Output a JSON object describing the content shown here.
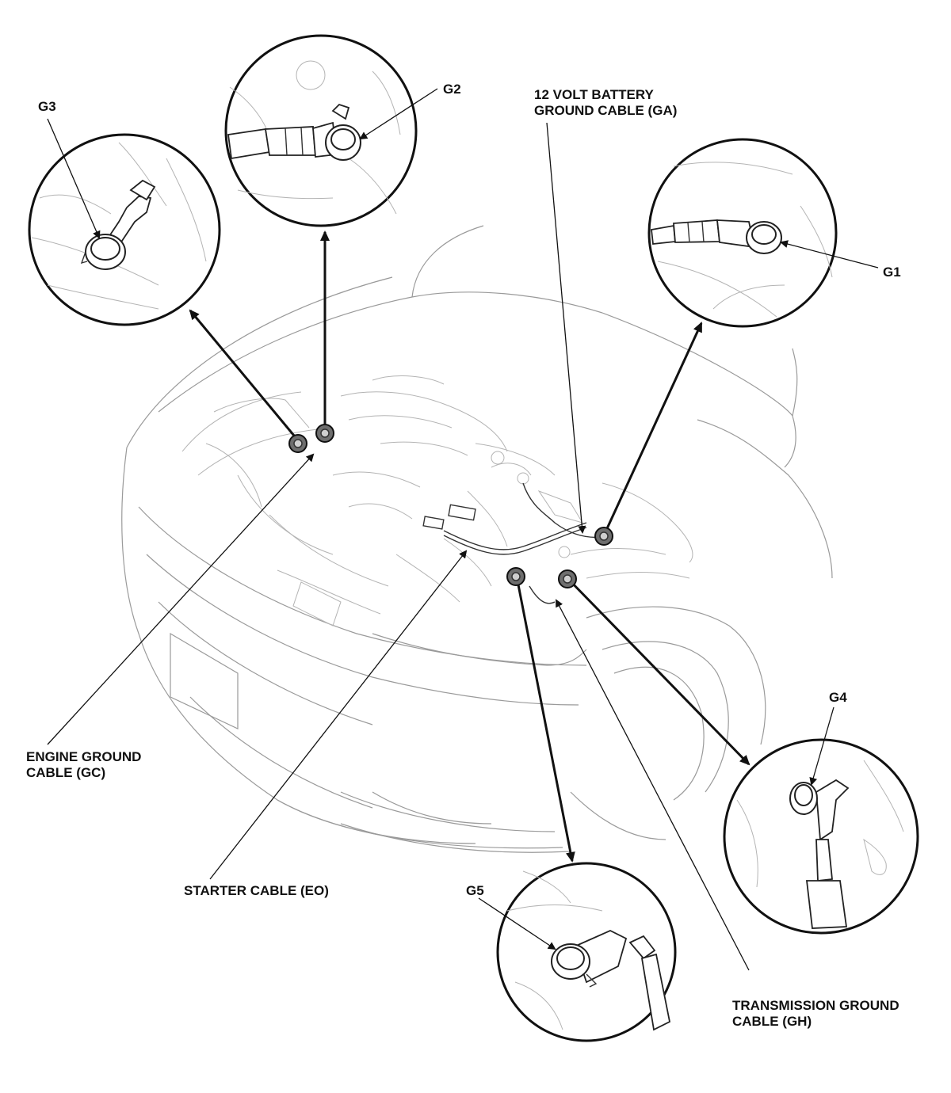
{
  "labels": {
    "g1": "G1",
    "g2": "G2",
    "g3": "G3",
    "g4": "G4",
    "g5": "G5",
    "battery_ground_line1": "12 VOLT BATTERY",
    "battery_ground_line2": "GROUND CABLE (GA)",
    "engine_ground_line1": "ENGINE GROUND",
    "engine_ground_line2": "CABLE (GC)",
    "starter_cable": "STARTER CABLE (EO)",
    "transmission_ground_line1": "TRANSMISSION GROUND",
    "transmission_ground_line2": "CABLE (GH)"
  },
  "colors": {
    "line": "#111111",
    "background": "#ffffff",
    "sketch": "#9a9a9a"
  }
}
